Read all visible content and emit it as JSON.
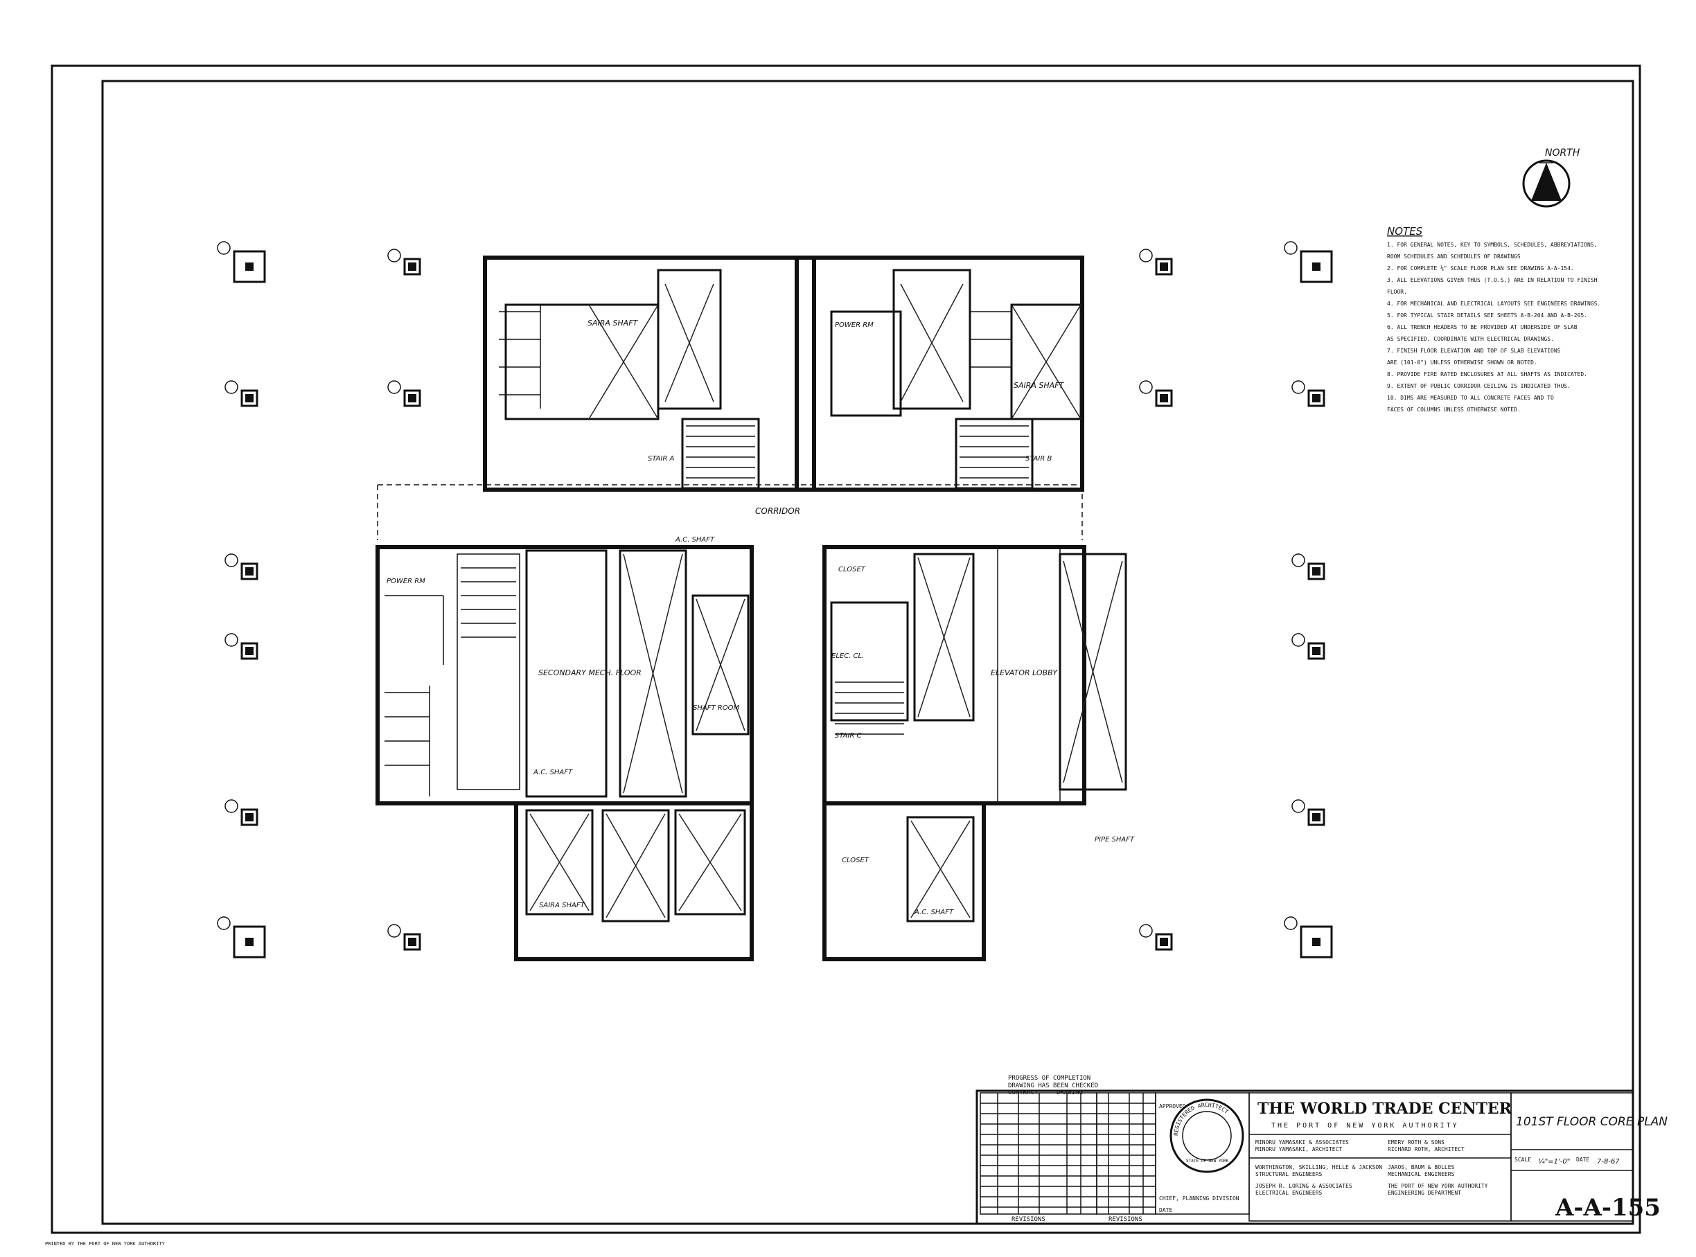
{
  "north_label": "NORTH",
  "notes": {
    "heading": "NOTES",
    "items": [
      "1. FOR GENERAL NOTES, KEY TO SYMBOLS, SCHEDULES, ABBREVIATIONS,",
      "   ROOM SCHEDULES AND SCHEDULES OF DRAWINGS",
      "2. FOR COMPLETE ⅛\" SCALE FLOOR PLAN SEE DRAWING A-A-154.",
      "3. ALL ELEVATIONS GIVEN THUS (T.O.S.) ARE IN RELATION TO FINISH",
      "   FLOOR.",
      "4. FOR MECHANICAL AND ELECTRICAL LAYOUTS SEE ENGINEERS DRAWINGS.",
      "5. FOR TYPICAL STAIR DETAILS SEE SHEETS A-B-204 AND A-B-205.",
      "6. ALL TRENCH HEADERS TO BE PROVIDED AT UNDERSIDE OF SLAB",
      "   AS SPECIFIED, COORDINATE WITH ELECTRICAL DRAWINGS.",
      "7. FINISH FLOOR ELEVATION AND TOP OF SLAB ELEVATIONS",
      "   ARE (101-0\") UNLESS OTHERWISE SHOWN OR NOTED.",
      "8. PROVIDE FIRE RATED ENCLOSURES AT ALL SHAFTS AS INDICATED.",
      "9. EXTENT OF PUBLIC CORRIDOR CEILING IS INDICATED THUS.",
      "10. DIMS ARE MEASURED TO ALL CONCRETE FACES AND TO",
      "    FACES OF COLUMNS UNLESS OTHERWISE NOTED."
    ]
  },
  "rooms": {
    "corridor": "CORRIDOR",
    "saira_shaft_1": "SAIRA SHAFT",
    "saira_shaft_2": "SAIRA SHAFT",
    "saira_shaft_3": "SAIRA SHAFT",
    "stair_a": "STAIR A",
    "stair_b": "STAIR B",
    "stair_c": "STAIR C",
    "power_room": "POWER RM",
    "secondary_mech": "SECONDARY MECH. FLOOR",
    "ac_shaft_1": "A.C. SHAFT",
    "ac_shaft_2": "A.C. SHAFT",
    "ac_shaft_3": "A.C. SHAFT",
    "elevator_lobby": "ELEVATOR LOBBY",
    "closet_1": "CLOSET",
    "closet_2": "CLOSET",
    "pipe_shaft": "PIPE SHAFT",
    "shaft_room": "SHAFT ROOM",
    "elec_closet": "ELEC. CL."
  },
  "stamp": {
    "outer_text": "REGISTERED ARCHITECT",
    "state": "STATE OF NEW YORK"
  },
  "title_block": {
    "project": "THE WORLD TRADE CENTER",
    "authority": "THE PORT OF NEW YORK AUTHORITY",
    "architect_1": "MINORU YAMASAKI & ASSOCIATES",
    "architect_1b": "MINORU YAMASAKI, ARCHITECT",
    "architect_2": "EMERY ROTH & SONS",
    "architect_2b": "RICHARD ROTH, ARCHITECT",
    "struct_1": "WORTHINGTON, SKILLING, HELLE & JACKSON",
    "struct_1b": "STRUCTURAL ENGINEERS",
    "mech_1": "JAROS, BAUM & BOLLES",
    "mech_1b": "MECHANICAL ENGINEERS",
    "elec_1": "JOSEPH R. LORING & ASSOCIATES",
    "elec_1b": "ELECTRICAL ENGINEERS",
    "pa_1": "THE PORT OF NEW YORK AUTHORITY",
    "pa_1b": "ENGINEERING DEPARTMENT",
    "sheet_title": "101ST FLOOR CORE PLAN",
    "scale_label": "SCALE",
    "scale_value": "¼\"=1'-0\"",
    "date_label": "DATE",
    "date_value": "7-8-67",
    "drawing_number": "A-A-155",
    "approved": "APPROVED",
    "chief_label": "CHIEF, PLANNING DIVISION",
    "date_label_2": "DATE",
    "contract_header": "CONTRACT",
    "drawing_header": "DRAWING",
    "revisions_1": "REVISIONS",
    "revisions_2": "REVISIONS",
    "completion_note": "DRAWING HAS BEEN CHECKED",
    "completion_note_2": "PROGRESS OF COMPLETION"
  },
  "bottom_fineprint": "PRINTED BY THE PORT OF NEW YORK AUTHORITY"
}
